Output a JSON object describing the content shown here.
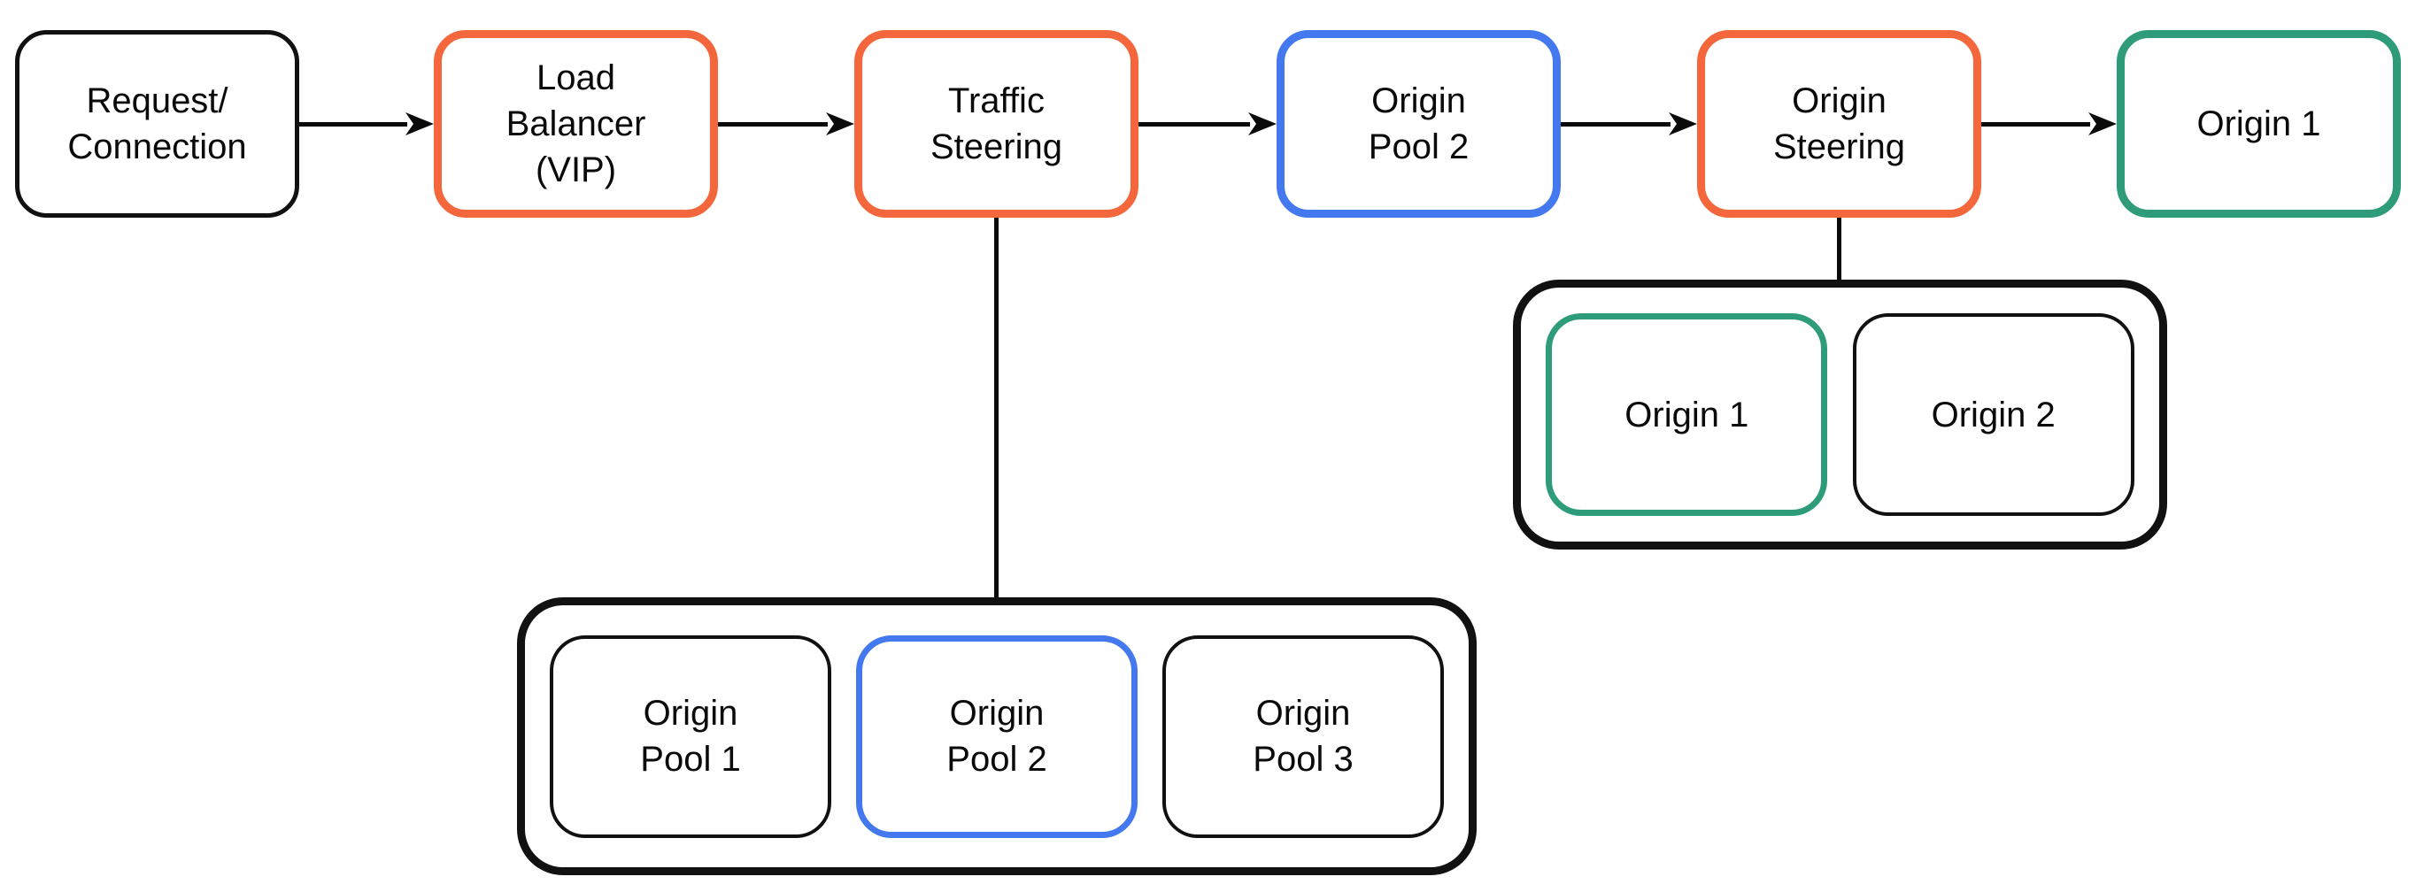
{
  "flow_nodes": [
    {
      "label": "Request/\nConnection",
      "color": "black"
    },
    {
      "label": "Load\nBalancer\n(VIP)",
      "color": "orange"
    },
    {
      "label": "Traffic\nSteering",
      "color": "orange"
    },
    {
      "label": "Origin\nPool 2",
      "color": "blue"
    },
    {
      "label": "Origin\nSteering",
      "color": "orange"
    },
    {
      "label": "Origin 1",
      "color": "green"
    }
  ],
  "pool_group": {
    "items": [
      {
        "label": "Origin\nPool 1",
        "color": "black"
      },
      {
        "label": "Origin\nPool 2",
        "color": "blue"
      },
      {
        "label": "Origin\nPool 3",
        "color": "black"
      }
    ]
  },
  "origin_group": {
    "items": [
      {
        "label": "Origin 1",
        "color": "green"
      },
      {
        "label": "Origin 2",
        "color": "black"
      }
    ]
  },
  "edges": [
    {
      "from": "Request/Connection",
      "to": "Load Balancer (VIP)",
      "style": "arrow"
    },
    {
      "from": "Load Balancer (VIP)",
      "to": "Traffic Steering",
      "style": "arrow"
    },
    {
      "from": "Traffic Steering",
      "to": "Origin Pool 2",
      "style": "arrow"
    },
    {
      "from": "Origin Pool 2",
      "to": "Origin Steering",
      "style": "arrow"
    },
    {
      "from": "Origin Steering",
      "to": "Origin 1",
      "style": "arrow"
    },
    {
      "from": "Traffic Steering",
      "to": "Origin Pool group",
      "style": "line"
    },
    {
      "from": "Origin Steering",
      "to": "Origin group",
      "style": "line"
    }
  ],
  "colors": {
    "black": "#111111",
    "orange": "#F4673C",
    "blue": "#4478EE",
    "green": "#2E9C7A",
    "line": "#0a0a0a"
  }
}
